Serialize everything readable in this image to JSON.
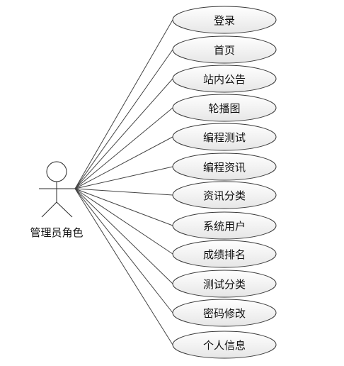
{
  "actor": {
    "label": "管理员角色"
  },
  "use_cases": [
    {
      "label": "登录"
    },
    {
      "label": "首页"
    },
    {
      "label": "站内公告"
    },
    {
      "label": "轮播图"
    },
    {
      "label": "编程测试"
    },
    {
      "label": "编程资讯"
    },
    {
      "label": "资讯分类"
    },
    {
      "label": "系统用户"
    },
    {
      "label": "成绩排名"
    },
    {
      "label": "测试分类"
    },
    {
      "label": "密码修改"
    },
    {
      "label": "个人信息"
    }
  ]
}
